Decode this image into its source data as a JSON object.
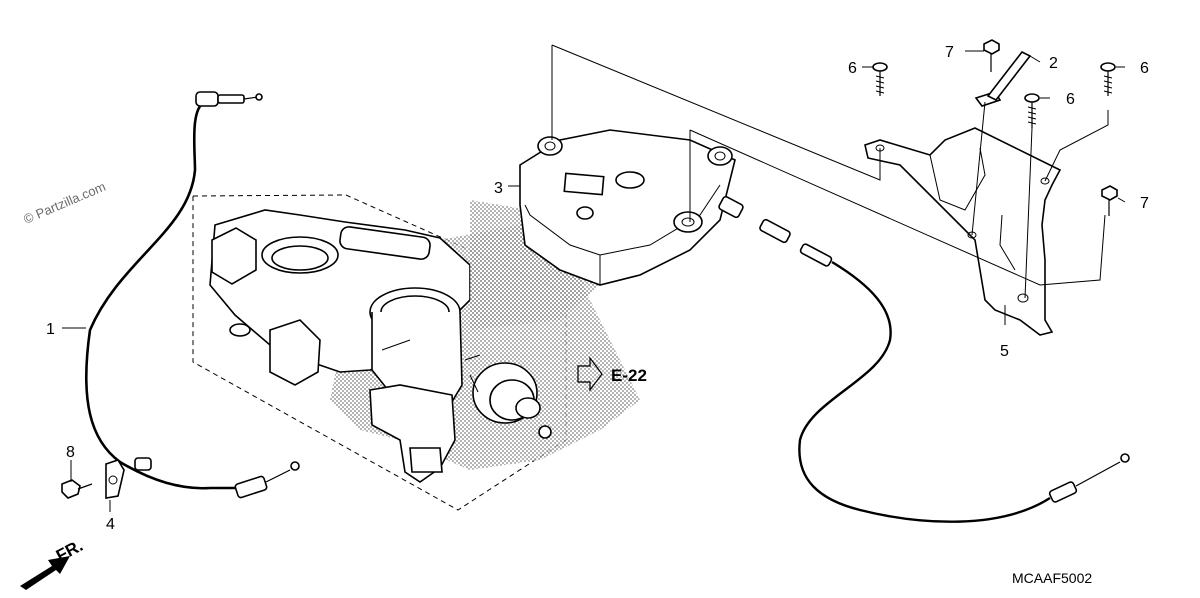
{
  "watermark": "© Partzilla.com",
  "diagram_code": "MCAAF5002",
  "ref_label": "E-22",
  "direction_label": "FR.",
  "callouts": {
    "c1": "1",
    "c2": "2",
    "c3": "3",
    "c4": "4",
    "c5": "5",
    "c6a": "6",
    "c6b": "6",
    "c6c": "6",
    "c7a": "7",
    "c7b": "7",
    "c8": "8"
  },
  "colors": {
    "line": "#000000",
    "background": "#ffffff",
    "watermark": "#6b6b6b"
  }
}
